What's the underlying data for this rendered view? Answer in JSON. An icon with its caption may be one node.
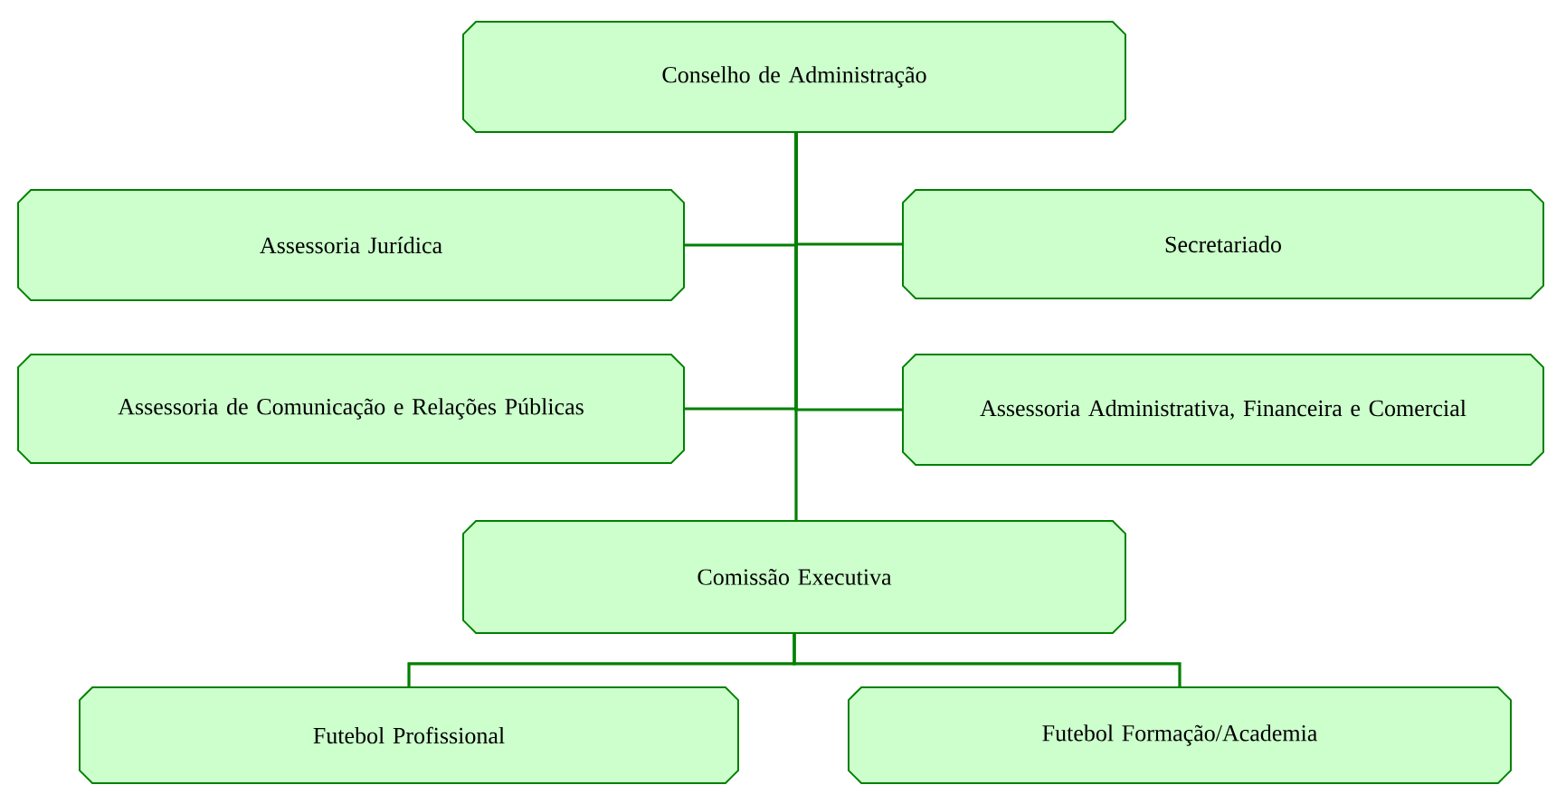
{
  "diagram": {
    "nodes": [
      {
        "text": [
          "Conselho de Administração"
        ]
      },
      {
        "text": [
          "Assessoria Jurídica"
        ]
      },
      {
        "text": [
          "Secretariado"
        ]
      },
      {
        "text": [
          "Assessoria de Comunicação e Relações Públicas"
        ]
      },
      {
        "text": [
          "Assessoria Administrativa, Financeira e Comercial"
        ]
      },
      {
        "text": [
          "Comissão Executiva"
        ]
      },
      {
        "text": [
          "Futebol Profissional"
        ]
      },
      {
        "text": [
          "Futebol Formação/Academia"
        ]
      }
    ],
    "edges": [
      {
        "from": 0,
        "to": 5,
        "arrow": "none"
      },
      {
        "from": 0,
        "to": 1,
        "arrow": "none"
      },
      {
        "from": 0,
        "to": 2,
        "arrow": "none"
      },
      {
        "from": 0,
        "to": 3,
        "arrow": "none"
      },
      {
        "from": 0,
        "to": 4,
        "arrow": "none"
      },
      {
        "from": 5,
        "to": 6,
        "arrow": "none"
      },
      {
        "from": 5,
        "to": 7,
        "arrow": "none"
      }
    ]
  }
}
